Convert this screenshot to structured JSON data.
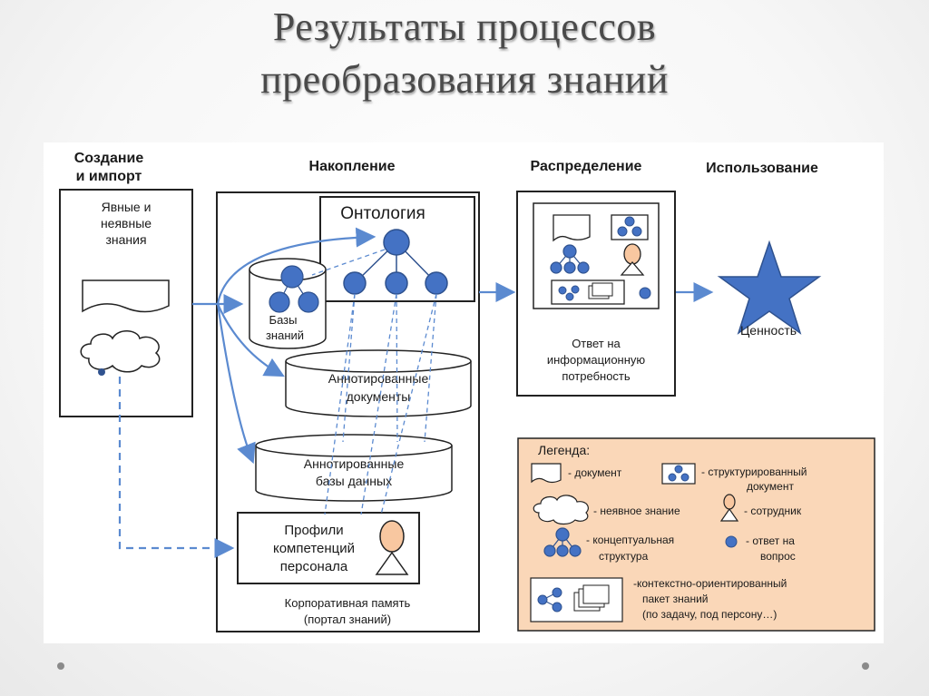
{
  "slide": {
    "title_line1": "Результаты процессов",
    "title_line2": "преобразования знаний"
  },
  "diagram": {
    "headers": {
      "create_1": "Создание",
      "create_2": "и импорт",
      "accumulate": "Накопление",
      "distribute": "Распределение",
      "use": "Использование"
    },
    "create": {
      "line1": "Явные и",
      "line2": "неявные",
      "line3": "знания"
    },
    "ontology": "Онтология",
    "kb": {
      "line1": "Базы",
      "line2": "знаний"
    },
    "annotated_docs": {
      "line1": "Аннотированные",
      "line2": "документы"
    },
    "annotated_db": {
      "line1": "Аннотированные",
      "line2": "базы данных"
    },
    "profiles": {
      "line1": "Профили",
      "line2": "компетенций",
      "line3": "персонала"
    },
    "corp_memory": {
      "line1": "Корпоративная память",
      "line2": "(портал знаний)"
    },
    "answer": {
      "line1": "Ответ на",
      "line2": "информационную",
      "line3": "потребность"
    },
    "value": "Ценность",
    "legend": {
      "title": "Легенда:",
      "document": "- документ",
      "structured_1": "- структурированный",
      "structured_2": "документ",
      "tacit": "- неявное знание",
      "employee": "- сотрудник",
      "concept_1": "- концептуальная",
      "concept_2": "структура",
      "answer_1": "- ответ на",
      "answer_2": "вопрос",
      "package_1": "-контекстно-ориентированный",
      "package_2": "пакет знаний",
      "package_3": "(по задачу, под персону…)"
    }
  },
  "colors": {
    "node_fill": "#4472c4",
    "node_stroke": "#2f528f",
    "arrow": "#5b8ad0",
    "legend_bg": "#fad7b8",
    "person_fill": "#f8c7a0"
  }
}
